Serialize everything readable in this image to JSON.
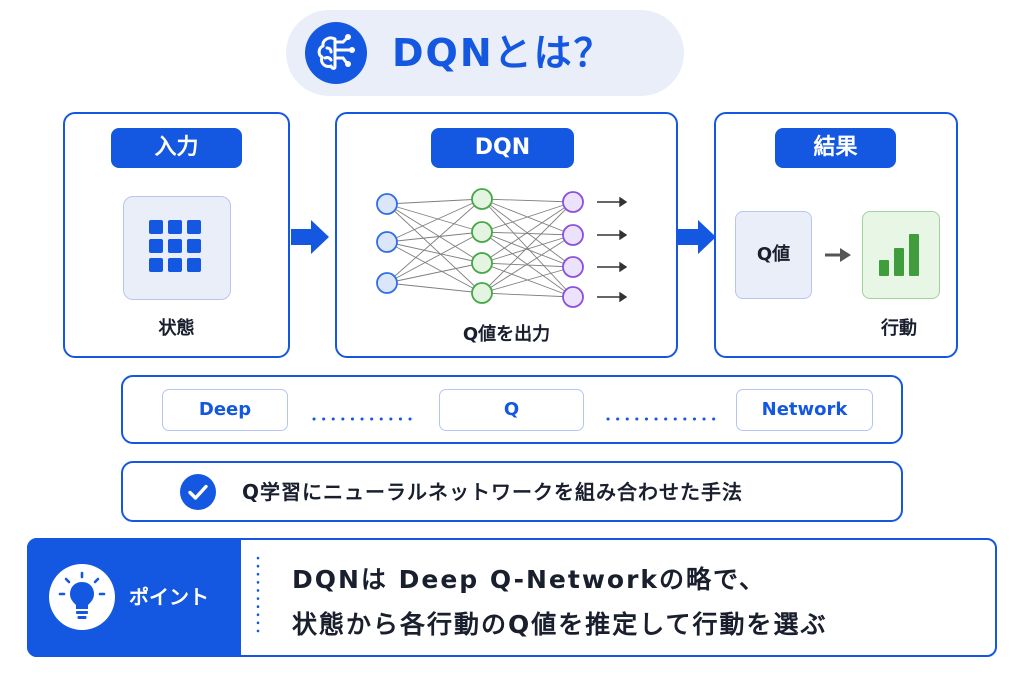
{
  "title": "DQNとは？",
  "panels": {
    "input": {
      "tag": "入力",
      "caption": "状態"
    },
    "dqn": {
      "tag": "DQN",
      "caption": "Q値を出力"
    },
    "result": {
      "tag": "結果",
      "q_value": "Q値",
      "caption": "行動"
    }
  },
  "acronym": {
    "deep": "Deep",
    "q": "Q",
    "network": "Network"
  },
  "definition": "Q学習にニューラルネットワークを組み合わせた手法",
  "point": {
    "label": "ポイント",
    "line1": "DQNは Deep Q-Networkの略で、",
    "line2": "状態から各行動のQ値を推定して行動を選ぶ"
  },
  "colors": {
    "primary": "#1457e0",
    "light_blue": "#e9eef9",
    "input_node": "#2f6ee8",
    "hidden_node": "#43a845",
    "output_node": "#8a4fe0",
    "bar_green": "#3f9e3b"
  },
  "icons": [
    "brain-circuit-icon",
    "grid-icon",
    "bar-chart-icon",
    "check-icon",
    "lightbulb-icon",
    "arrow-right-icon"
  ]
}
